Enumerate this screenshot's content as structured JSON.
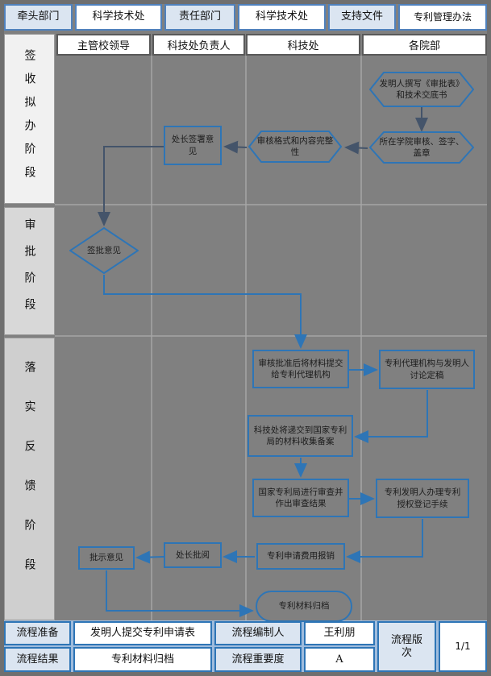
{
  "palette": {
    "accent_blue": "#2e75b6",
    "header_border_blue": "#4f81bd",
    "cell_light_blue": "#dbe5f1",
    "canvas_gray": "#808080",
    "lane_line_gray": "#a6a6a6",
    "dark_connector": "#44546a"
  },
  "top_bar": {
    "lead_dept_label": "牵头部门",
    "lead_dept_value": "科学技术处",
    "resp_dept_label": "责任部门",
    "resp_dept_value": "科学技术处",
    "support_doc_label": "支持文件",
    "support_doc_value": "专利管理办法"
  },
  "columns": [
    "主管校领导",
    "科技处负责人",
    "科技处",
    "各院部"
  ],
  "phases": [
    "签收拟办阶段",
    "审批阶段",
    "落实反馈阶段"
  ],
  "flow": {
    "nodes": [
      {
        "id": "write-form",
        "type": "hexagon",
        "label": "发明人撰写《审批表》和技术交底书"
      },
      {
        "id": "college-review",
        "type": "hexagon",
        "label": "所在学院审核、签字、盖章"
      },
      {
        "id": "format-check",
        "type": "hexagon",
        "label": "审核格式和内容完整性"
      },
      {
        "id": "director-sign",
        "type": "rect",
        "label": "处长签署意见"
      },
      {
        "id": "approval-opinion",
        "type": "diamond",
        "label": "签批意见"
      },
      {
        "id": "submit-agency",
        "type": "rect",
        "label": "审核批准后将材料提交给专利代理机构"
      },
      {
        "id": "agency-discuss",
        "type": "rect",
        "label": "专利代理机构与发明人讨论定稿"
      },
      {
        "id": "file-materials",
        "type": "rect",
        "label": "科技处将递交到国家专利局的材料收集备案"
      },
      {
        "id": "office-review",
        "type": "rect",
        "label": "国家专利局进行审查并作出审查结果"
      },
      {
        "id": "registration",
        "type": "rect",
        "label": "专利发明人办理专利授权登记手续"
      },
      {
        "id": "fee-reimburse",
        "type": "rect",
        "label": "专利申请费用报销"
      },
      {
        "id": "director-read",
        "type": "rect",
        "label": "处长批阅"
      },
      {
        "id": "instruction",
        "type": "rect",
        "label": "批示意见"
      },
      {
        "id": "archive",
        "type": "terminator",
        "label": "专利材料归档"
      }
    ]
  },
  "footer": {
    "prep_label": "流程准备",
    "prep_value": "发明人提交专利申请表",
    "editor_label": "流程编制人",
    "editor_value": "王利朋",
    "result_label": "流程结果",
    "result_value": "专利材料归档",
    "importance_label": "流程重要度",
    "importance_value": "A",
    "version_label": "流程版次",
    "version_value": "1/1"
  }
}
